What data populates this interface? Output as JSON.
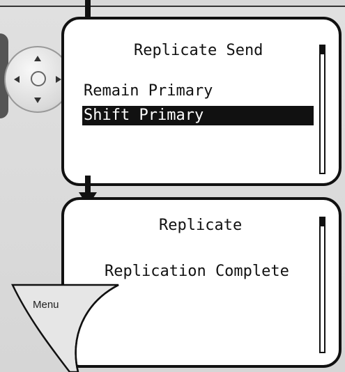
{
  "screen1": {
    "title": "Replicate Send",
    "items": [
      {
        "label": "Remain Primary",
        "selected": false
      },
      {
        "label": "Shift Primary",
        "selected": true
      }
    ]
  },
  "screen2": {
    "title": "Replicate",
    "message": "Replication Complete"
  },
  "softkey": {
    "label": "Menu"
  },
  "icons": [
    "down-arrow-icon",
    "nav-pad-icon",
    "scroll-indicator"
  ],
  "colors": {
    "lcd_bg": "#ffffff",
    "lcd_border": "#111111",
    "device_bg": "#d8d8d8",
    "selection_bg": "#111111",
    "selection_fg": "#ffffff"
  }
}
